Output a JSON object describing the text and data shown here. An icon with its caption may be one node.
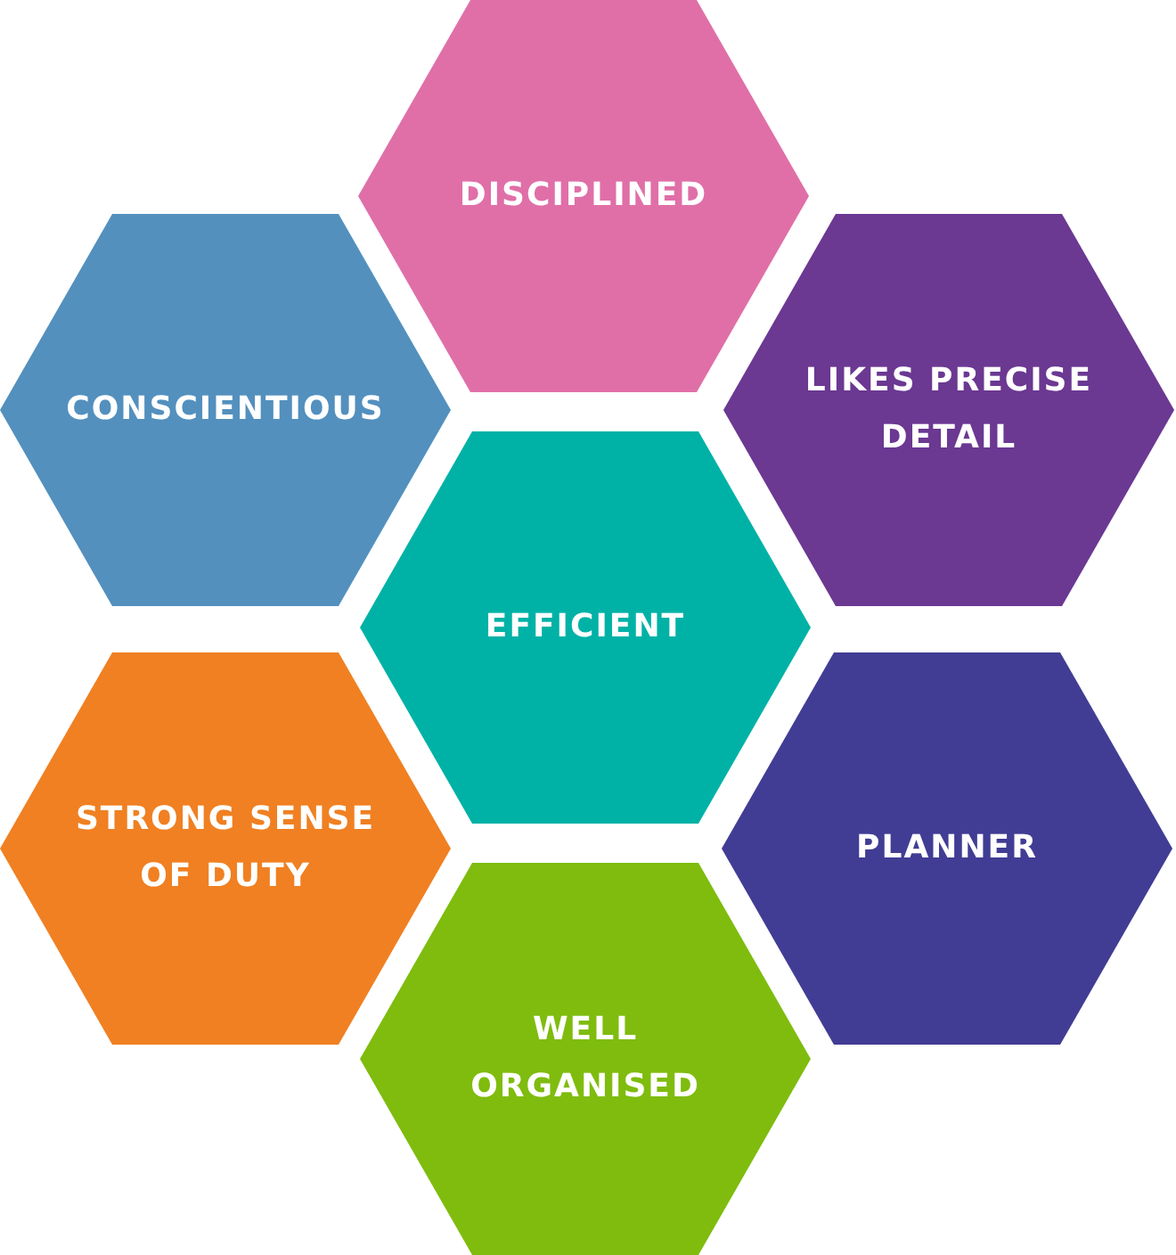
{
  "diagram": {
    "nodes": [
      {
        "text": [
          "DISCIPLINED"
        ]
      },
      {
        "text": [
          "CONSCIENTIOUS"
        ]
      },
      {
        "text": [
          "LIKES PRECISE DETAIL"
        ]
      },
      {
        "text": [
          "EFFICIENT"
        ]
      },
      {
        "text": [
          "STRONG SENSE OF DUTY"
        ]
      },
      {
        "text": [
          "PLANNER"
        ]
      },
      {
        "text": [
          "WELL ORGANISED"
        ]
      }
    ]
  }
}
